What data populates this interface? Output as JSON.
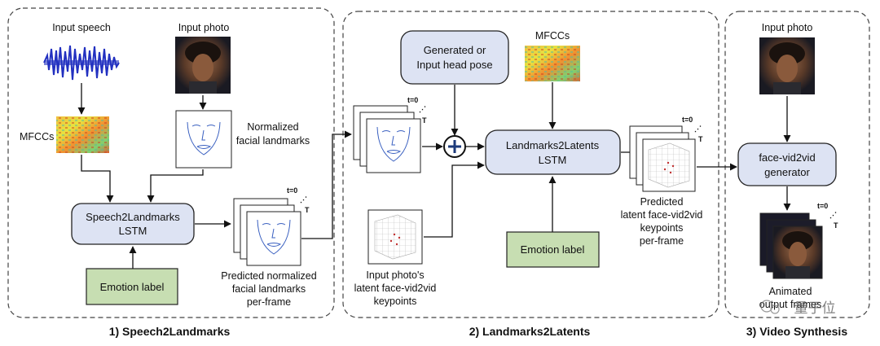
{
  "panels": [
    {
      "title": "1)  Speech2Landmarks"
    },
    {
      "title": "2)  Landmarks2Latents"
    },
    {
      "title": "3)  Video Synthesis"
    }
  ],
  "p1": {
    "input_speech": "Input speech",
    "input_photo": "Input photo",
    "mfccs": "MFCCs",
    "norm_landmarks_l1": "Normalized",
    "norm_landmarks_l2": "facial landmarks",
    "lstm_l1": "Speech2Landmarks",
    "lstm_l2": "LSTM",
    "emotion": "Emotion label",
    "pred_l1": "Predicted normalized",
    "pred_l2": "facial landmarks",
    "pred_l3": "per-frame",
    "t0": "t=0",
    "dots": "⋰",
    "T": "T"
  },
  "p2": {
    "pose_l1": "Generated or",
    "pose_l2": "Input head pose",
    "mfccs": "MFCCs",
    "lstm_l1": "Landmarks2Latents",
    "lstm_l2": "LSTM",
    "emotion": "Emotion label",
    "kp_l1": "Input photo's",
    "kp_l2": "latent face-vid2vid",
    "kp_l3": "keypoints",
    "pred_l1": "Predicted",
    "pred_l2": "latent face-vid2vid",
    "pred_l3": "keypoints",
    "pred_l4": "per-frame",
    "t0a": "t=0",
    "Ta": "T",
    "t0b": "t=0",
    "Tb": "T",
    "dots": "⋰"
  },
  "p3": {
    "input_photo": "Input photo",
    "gen_l1": "face-vid2vid",
    "gen_l2": "generator",
    "out_l1": "Animated",
    "out_l2": "output frames",
    "t0": "t=0",
    "T": "T",
    "dots": "⋰"
  },
  "watermark": "量子位"
}
